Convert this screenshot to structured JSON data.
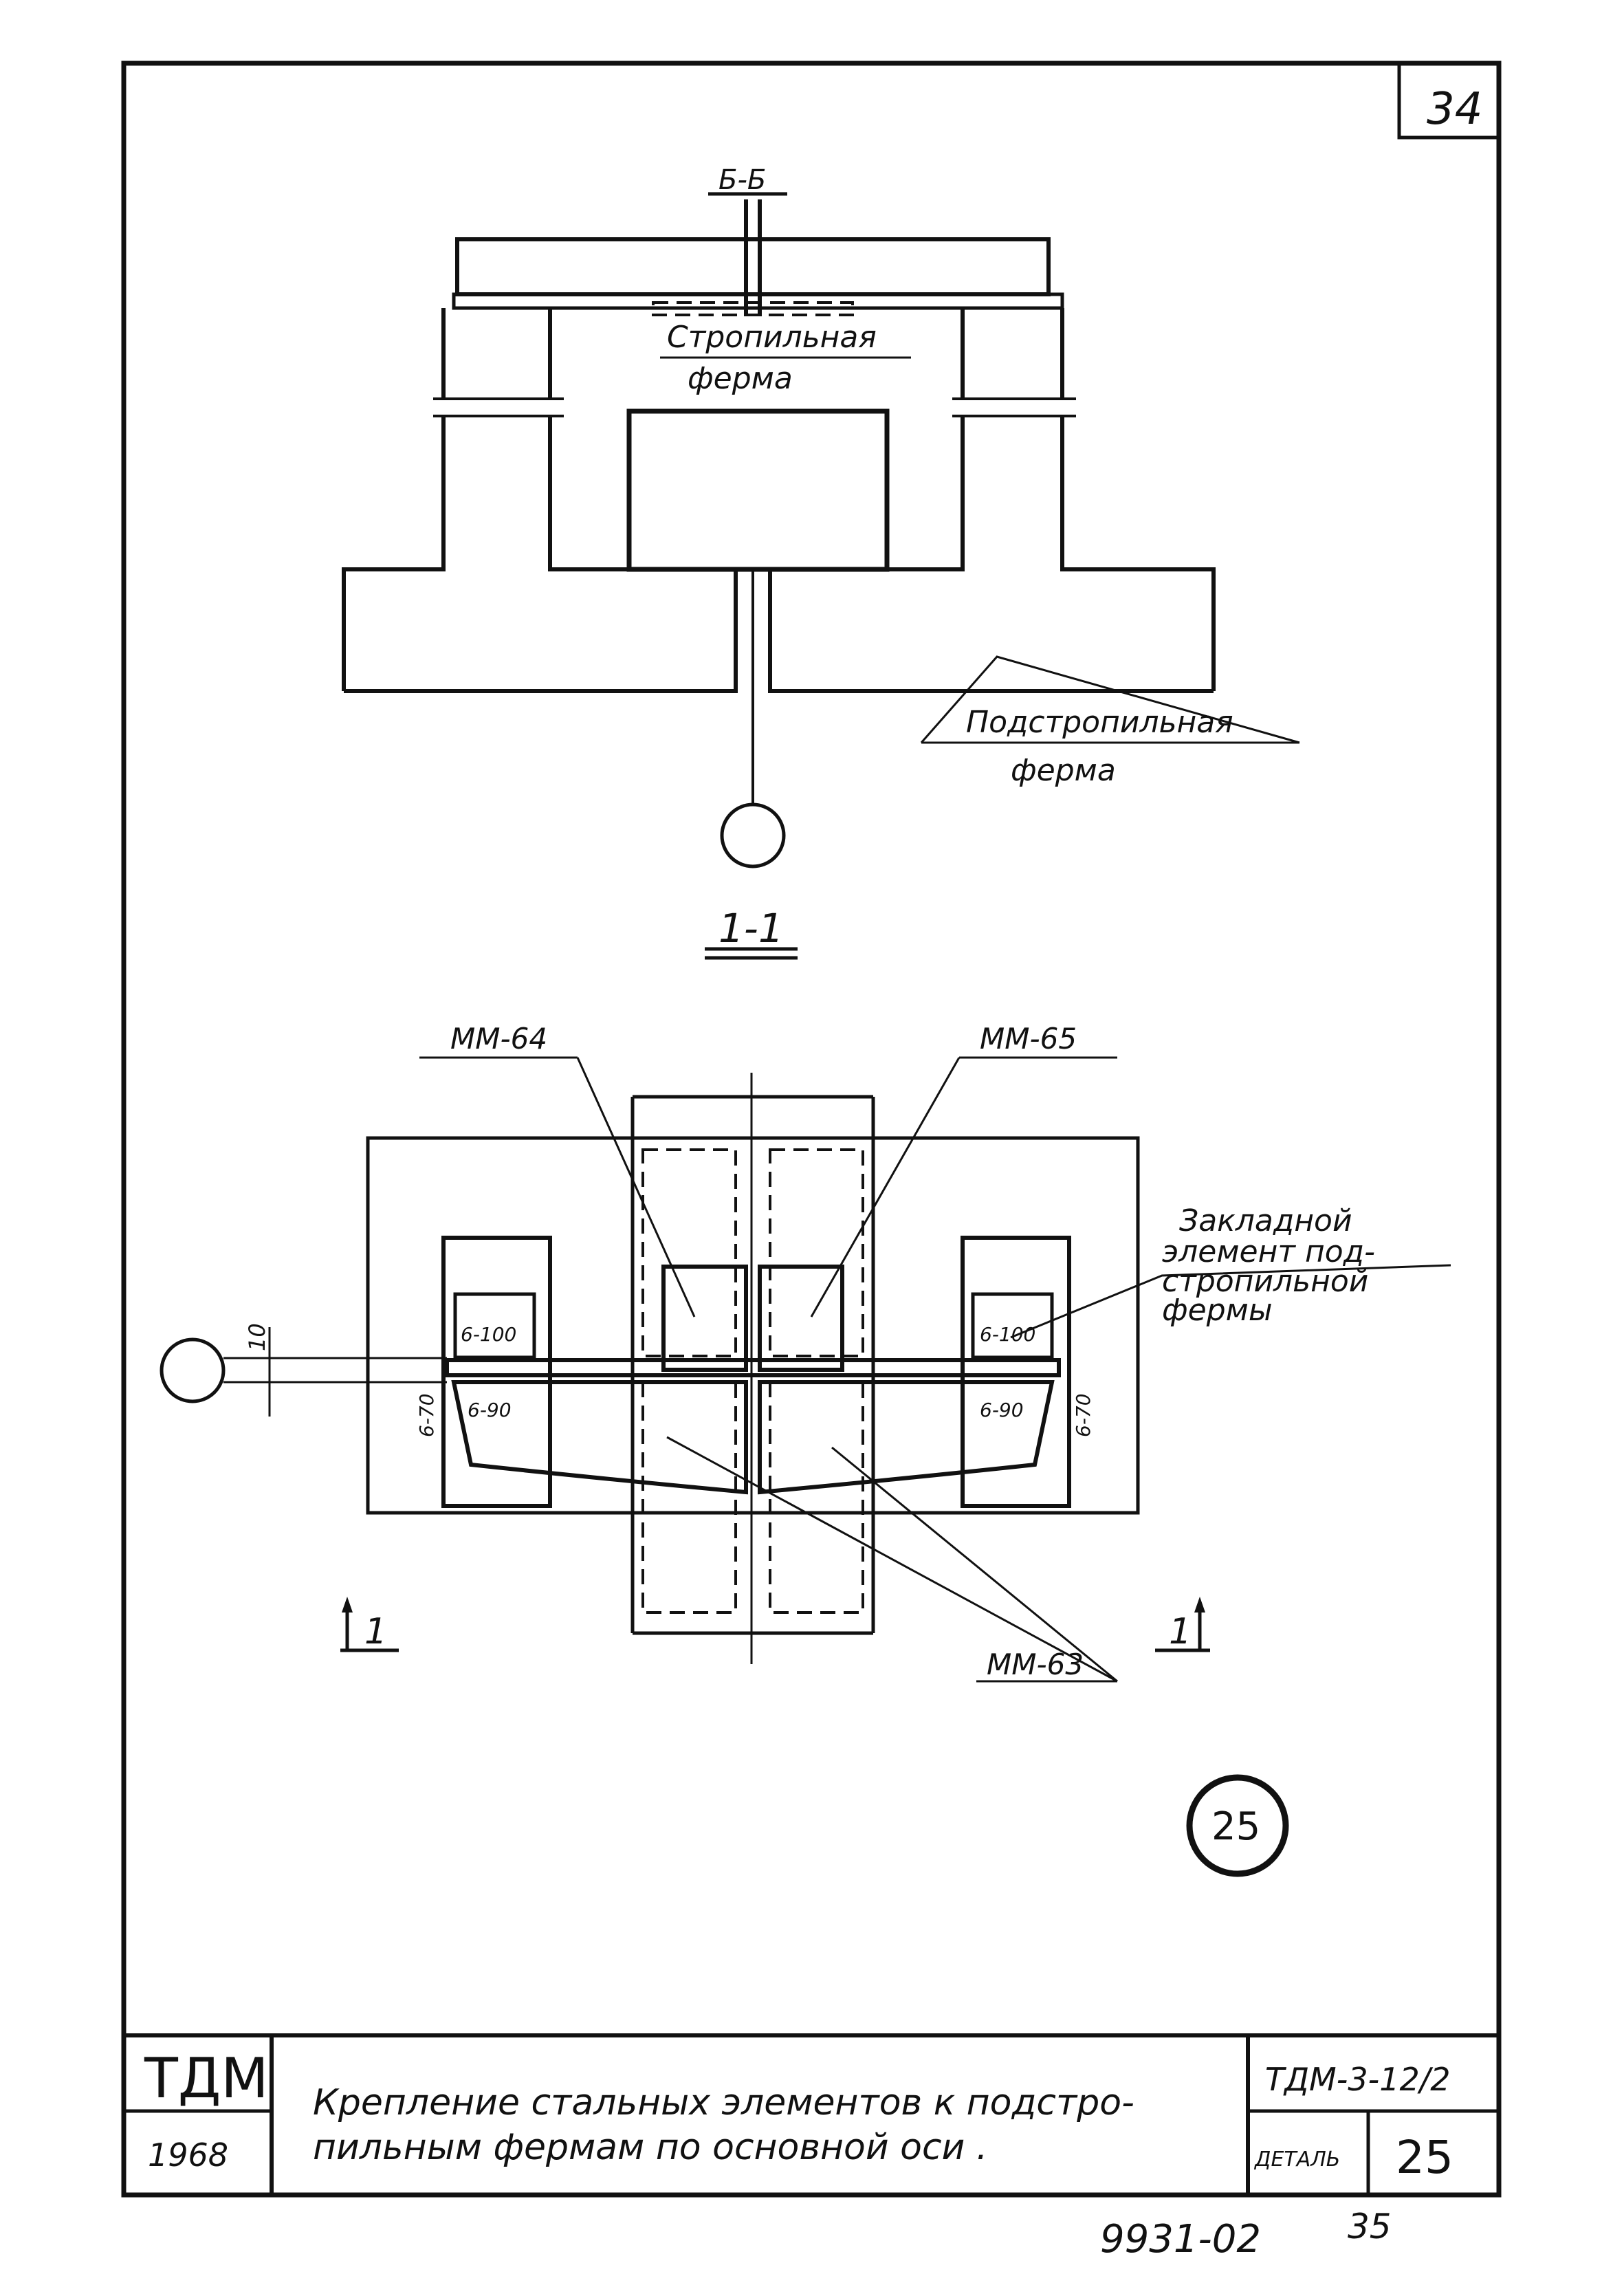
{
  "sheet": {
    "page_number": "34",
    "detail_circle_number": "25",
    "archive_number": "9931-02",
    "next_page": "35"
  },
  "section_view": {
    "cut_label": "Б-Б",
    "section_title": "1-1",
    "label_rafter_truss_line1": "Стропильная",
    "label_rafter_truss_line2": "ферма",
    "label_sub_truss_line1": "Подстропильная",
    "label_sub_truss_line2": "ферма"
  },
  "plan_view": {
    "label_mm64": "ММ-64",
    "label_mm65": "ММ-65",
    "label_mm63": "ММ-63",
    "embedded_line1": "Закладной",
    "embedded_line2": "элемент под-",
    "embedded_line3": "стропильной",
    "embedded_line4": "фермы",
    "dim_10": "10",
    "weld_left_top": "6-100",
    "weld_right_top": "6-100",
    "weld_left_bottom": "6-90",
    "weld_right_bottom": "6-90",
    "weld_left_side": "6-70",
    "weld_right_side": "6-70",
    "section_mark_left": "1",
    "section_mark_right": "1"
  },
  "title_block": {
    "org": "ТДМ",
    "year": "1968",
    "title_line1": "Крепление стальных элементов к подстро-",
    "title_line2": "пильным фермам по основной оси .",
    "doc_code": "ТДМ-3-12/2",
    "detail_label": "ДЕТАЛЬ",
    "detail_number": "25"
  }
}
